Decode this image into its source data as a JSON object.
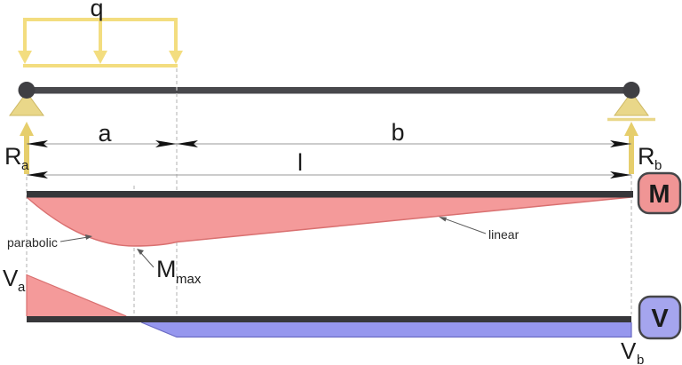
{
  "diagram": {
    "load_label": "q",
    "dimensions": {
      "a": "a",
      "b": "b",
      "l": "l"
    },
    "reactions": {
      "a_main": "R",
      "a_sub": "a",
      "b_main": "R",
      "b_sub": "b"
    },
    "shear_values": {
      "a_main": "V",
      "a_sub": "a",
      "b_main": "V",
      "b_sub": "b"
    },
    "moment_max": {
      "main": "M",
      "sub": "max"
    },
    "annotations": {
      "parabolic": "parabolic",
      "linear": "linear"
    },
    "badges": {
      "moment": "M",
      "shear": "V"
    }
  },
  "colors": {
    "load_yellow": "#F3DD7F",
    "arrow_yellow": "#E6CE6C",
    "support_fill": "#E9D789",
    "support_edge": "#CDB863",
    "beam_gray": "#48484C",
    "node_gray": "#3F3F43",
    "bar_dark": "#37373A",
    "dim_gray": "#9A9A9A",
    "dash_gray": "#C4C4C4",
    "moment_pink": "#F49A9A",
    "moment_edge": "#D97070",
    "shear_blue": "#9697EE",
    "shear_edge": "#6B6BC4",
    "badge_m_fill": "#F09595",
    "badge_v_fill": "#A5A5EE",
    "badge_border": "#454548",
    "text_color": "#1B1B1B"
  }
}
